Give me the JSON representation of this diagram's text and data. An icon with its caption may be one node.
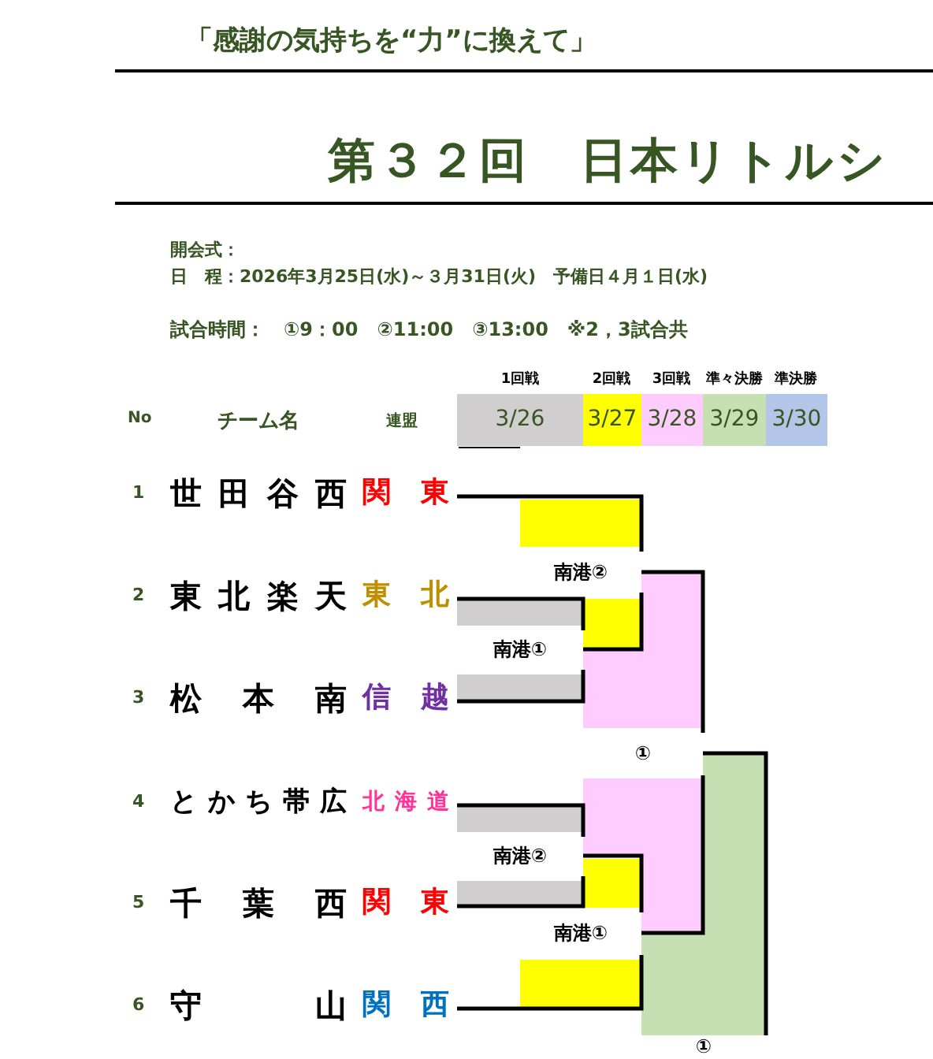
{
  "diagram": {
    "title": "第３２回　日本リトルシ",
    "nodes": [
      {
        "text": [
          "世田谷西",
          "関東"
        ],
        "beside": [
          "1"
        ]
      },
      {
        "text": [
          "東北楽天",
          "東北"
        ],
        "beside": [
          "2"
        ]
      },
      {
        "text": [
          "松本南",
          "信越"
        ],
        "beside": [
          "3"
        ]
      },
      {
        "text": [
          "とかち帯広",
          "北海道"
        ],
        "beside": [
          "4"
        ]
      },
      {
        "text": [
          "千葉西",
          "関東"
        ],
        "beside": [
          "5"
        ]
      },
      {
        "text": [
          "守山",
          "関西"
        ],
        "beside": [
          "6"
        ]
      },
      {
        "text": [
          "南港①"
        ]
      },
      {
        "text": [
          "南港②"
        ]
      },
      {
        "text": [
          "南港②"
        ]
      },
      {
        "text": [
          "南港①"
        ]
      },
      {
        "text": [
          "①"
        ]
      },
      {
        "text": [
          "①"
        ]
      }
    ],
    "edges": [
      {
        "from": 0,
        "to": 7,
        "arrow": "none"
      },
      {
        "from": 1,
        "to": 6,
        "arrow": "none"
      },
      {
        "from": 2,
        "to": 6,
        "arrow": "none"
      },
      {
        "from": 6,
        "to": 7,
        "arrow": "none"
      },
      {
        "from": 3,
        "to": 8,
        "arrow": "none"
      },
      {
        "from": 4,
        "to": 8,
        "arrow": "none"
      },
      {
        "from": 8,
        "to": 9,
        "arrow": "none"
      },
      {
        "from": 5,
        "to": 9,
        "arrow": "none"
      },
      {
        "from": 7,
        "to": 10,
        "arrow": "none"
      },
      {
        "from": 9,
        "to": 10,
        "arrow": "none"
      },
      {
        "from": 10,
        "to": 11,
        "arrow": "none"
      }
    ],
    "labels": [
      "「感謝の気持ちを“力”に換えて」",
      "開会式：",
      "日　程：2026年3月25日(水)～３月31日(火)　予備日４月１日(水)",
      "試合時間：　①9：00　②11:00　③13:00　※2，3試合共",
      "1回戦",
      "2回戦",
      "3回戦",
      "準々決勝",
      "準決勝",
      "No",
      "チーム名",
      "連盟",
      "3/26",
      "3/27",
      "3/28",
      "3/29",
      "3/30"
    ]
  }
}
